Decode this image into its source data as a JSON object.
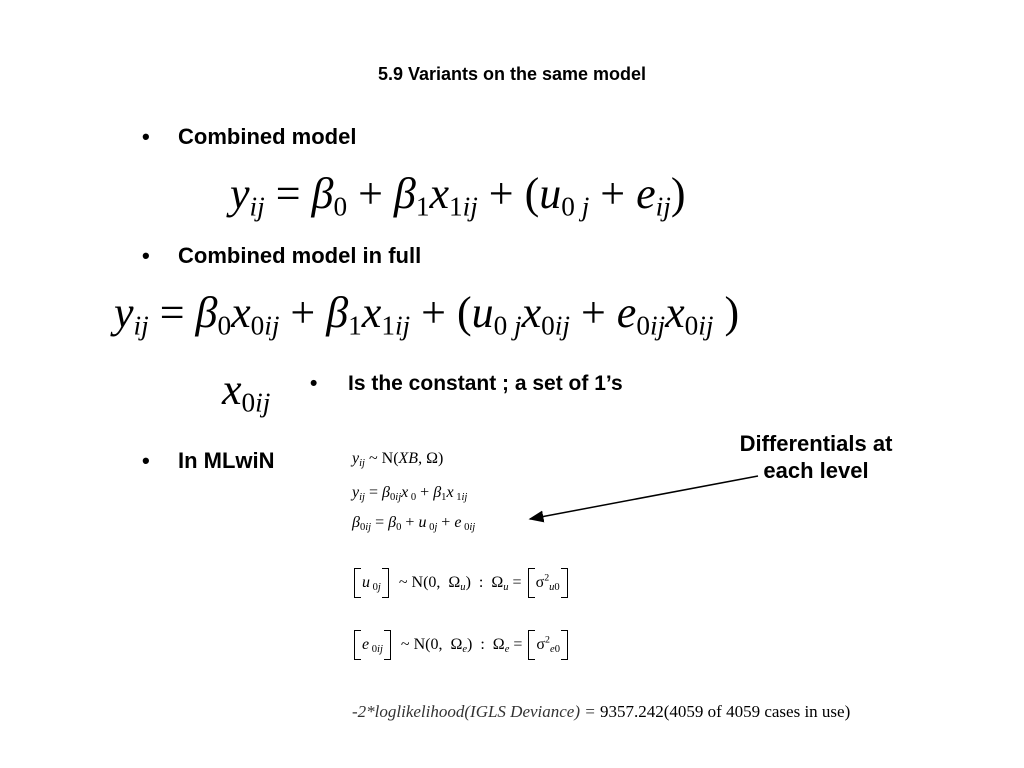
{
  "title": "5.9 Variants on the same model",
  "bullets": {
    "combined_model": "Combined model",
    "combined_model_full": "Combined model in full",
    "constant": "Is the constant ; a set of 1’s",
    "in_mlwin": "In MLwiN"
  },
  "bullet_glyph": "•",
  "callout": {
    "line1": "Differentials at",
    "line2": "each level"
  },
  "deviance": {
    "label": "-2*loglikelihood(IGLS Deviance) = ",
    "value": "9357.242(4059 of 4059 cases in use)"
  }
}
